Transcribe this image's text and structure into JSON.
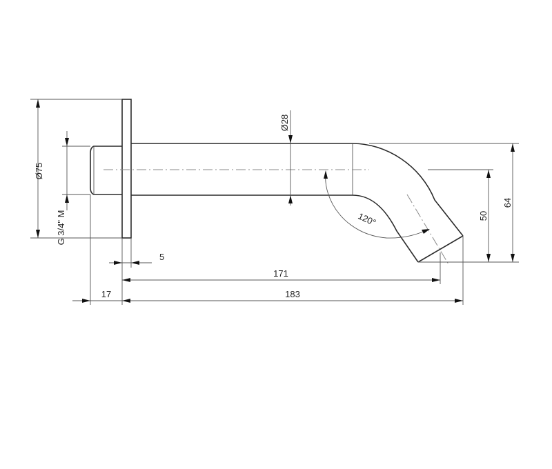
{
  "drawing": {
    "title": "Wall-mounted bath spout - dimensional drawing",
    "units": "mm",
    "colors": {
      "line": "#2a2a2a",
      "dimension": "#555555",
      "centerline": "#8a8a8a",
      "background": "#ffffff"
    }
  },
  "dimensions": {
    "flange_diameter": "Ø75",
    "thread": "G 3/4\" M",
    "pipe_diameter": "Ø28",
    "bend_angle": "120°",
    "outlet_height_axis": "50",
    "outlet_height_overall": "64",
    "flange_thickness": "5",
    "projection_to_outlet_axis": "171",
    "overall_projection": "183",
    "thread_length": "17"
  }
}
